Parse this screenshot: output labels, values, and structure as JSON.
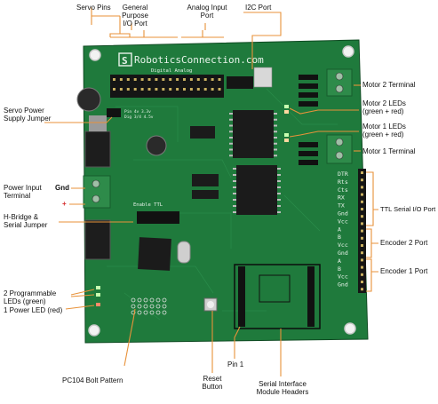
{
  "board": {
    "brand": "RoboticsConnection.com",
    "header_silk": "Digital      Analog",
    "uart_silk": [
      "DTR",
      "Rts",
      "Cts",
      "RX",
      "TX",
      "Gnd",
      "Vcc"
    ],
    "enc2_silk": [
      "A",
      "B",
      "Vcc",
      "Gnd"
    ],
    "enc1_silk": [
      "A",
      "B",
      "Vcc",
      "Gnd"
    ],
    "ttl_silk": "Enable  TTL",
    "small_silk": [
      "Pin 4v 3.3v",
      "Dig 3/4 4.5v"
    ]
  },
  "colors": {
    "pcb": "#1f7a3c",
    "pcb_dark": "#176330",
    "leader": "#e8923a",
    "terminal": "#2e8b4a",
    "chip": "#1b1b1b",
    "header": "#151515"
  },
  "labels": {
    "servo_pins": "Servo Pins",
    "gpio_port": "General Purpose\nI/O Port",
    "analog_port": "Analog Input\nPort",
    "i2c_port": "I2C Port",
    "motor2_terminal": "Motor 2 Terminal",
    "servo_power_jumper": "Servo Power\nSupply Jumper",
    "motor2_leds": "Motor 2 LEDs\n(green + red)",
    "motor1_leds": "Motor 1 LEDs\n(green + red)",
    "motor1_terminal": "Motor 1 Terminal",
    "power_input": "Power Input\nTerminal",
    "gnd": "Gnd",
    "plus": "+",
    "hbridge_jumper": "H-Bridge &\nSerial Jumper",
    "ttl_serial": "TTL Serial I/O Port",
    "encoder2": "Encoder 2 Port",
    "encoder1": "Encoder 1 Port",
    "prog_leds": "2 Programmable\nLEDs (green)",
    "power_led": "1 Power LED (red)",
    "pc104": "PC104 Bolt Pattern",
    "reset": "Reset\nButton",
    "pin1": "Pin 1",
    "serial_headers": "Serial Interface\nModule Headers"
  }
}
